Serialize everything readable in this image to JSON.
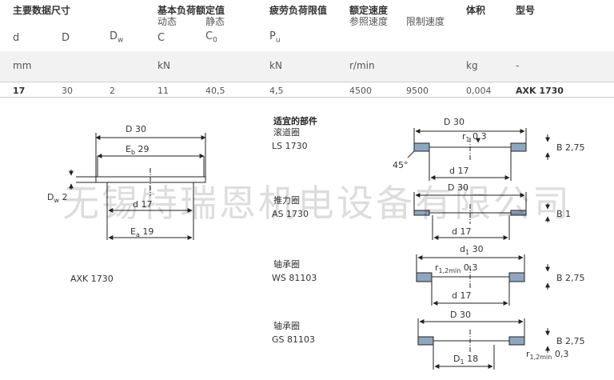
{
  "header": {
    "main_dims": "主要数据尺寸",
    "load_rating": "基本负荷额定值",
    "dynamic": "动态",
    "static": "静态",
    "fatigue": "疲劳负荷限值",
    "rated_speed": "额定速度",
    "ref_speed": "参照速度",
    "limit_speed": "限制速度",
    "volume": "体积",
    "model": "型号"
  },
  "symbols": {
    "d": "d",
    "D": "D",
    "Dw": "D",
    "Dw_sub": "w",
    "C": "C",
    "C0": "C",
    "C0_sub": "0",
    "Pu": "P",
    "Pu_sub": "u"
  },
  "units": {
    "mm": "mm",
    "kN1": "kN",
    "kN2": "kN",
    "rpm": "r/min",
    "kg": "kg",
    "dash": "-"
  },
  "row": {
    "d": "17",
    "D": "30",
    "Dw": "2",
    "C": "11",
    "C0": "40,5",
    "Pu": "4,5",
    "ref": "4500",
    "lim": "9500",
    "mass": "0,004",
    "model": "AXK 1730"
  },
  "diagram_main": {
    "D": "D 30",
    "Eb": "E",
    "Eb_sub": "b",
    "Eb_val": "29",
    "Dw": "D",
    "Dw_sub": "w",
    "Dw_val": "2",
    "d": "d 17",
    "Ea": "E",
    "Ea_sub": "a",
    "Ea_val": "19",
    "name": "AXK 1730"
  },
  "parts": {
    "title": "适宜的部件",
    "p1_type": "滚道圈",
    "p1_name": "LS 1730",
    "p2_type": "推力圈",
    "p2_name": "AS 1730",
    "p3_type": "轴承圈",
    "p3_name": "WS 81103",
    "p4_type": "轴承圈",
    "p4_name": "GS 81103"
  },
  "ls": {
    "D": "D 30",
    "r": "r",
    "r_sub": "1",
    "r_val": "0,3",
    "B": "B 2,75",
    "angle": "45°",
    "d": "d 17"
  },
  "as": {
    "D": "D 30",
    "B": "B 1",
    "d": "d 17"
  },
  "ws": {
    "d1": "d",
    "d1_sub": "1",
    "d1_val": "30",
    "r": "r",
    "r_sub": "1,2min",
    "r_val": "0,3",
    "B": "B 2,75",
    "d": "d 17"
  },
  "gs": {
    "D": "D 30",
    "B": "B 2,75",
    "D1": "D",
    "D1_sub": "1",
    "D1_val": "18",
    "r": "r",
    "r_sub": "1,2min",
    "r_val": "0,3"
  },
  "watermark": "无锡特瑞恩机电设备有限公司",
  "colors": {
    "ring_fill": "#8fa6bf",
    "band": "#f2f2f2"
  }
}
